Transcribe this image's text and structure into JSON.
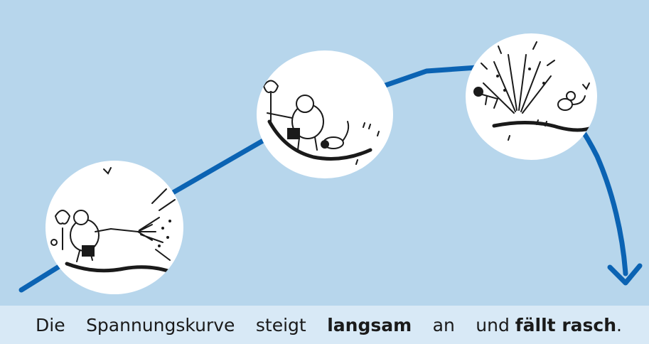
{
  "caption": {
    "w1": "Die",
    "w2": "Spannungskurve",
    "w3": "steigt",
    "w4": "langsam",
    "w5": "an",
    "w6": "und",
    "w7": "fällt rasch",
    "punct": "."
  },
  "colors": {
    "background": "#b7d6ec",
    "curve": "#0b63b3",
    "caption_bg": "#d8e9f6",
    "ink": "#1a1a1a"
  },
  "scenes": [
    {
      "name": "scene-spraying-hose",
      "icon": "cartoon-man-spraying-hose"
    },
    {
      "name": "scene-hose-blocked",
      "icon": "cartoon-man-hose-kinked-by-dog"
    },
    {
      "name": "scene-water-burst",
      "icon": "cartoon-water-burst-dog"
    }
  ]
}
